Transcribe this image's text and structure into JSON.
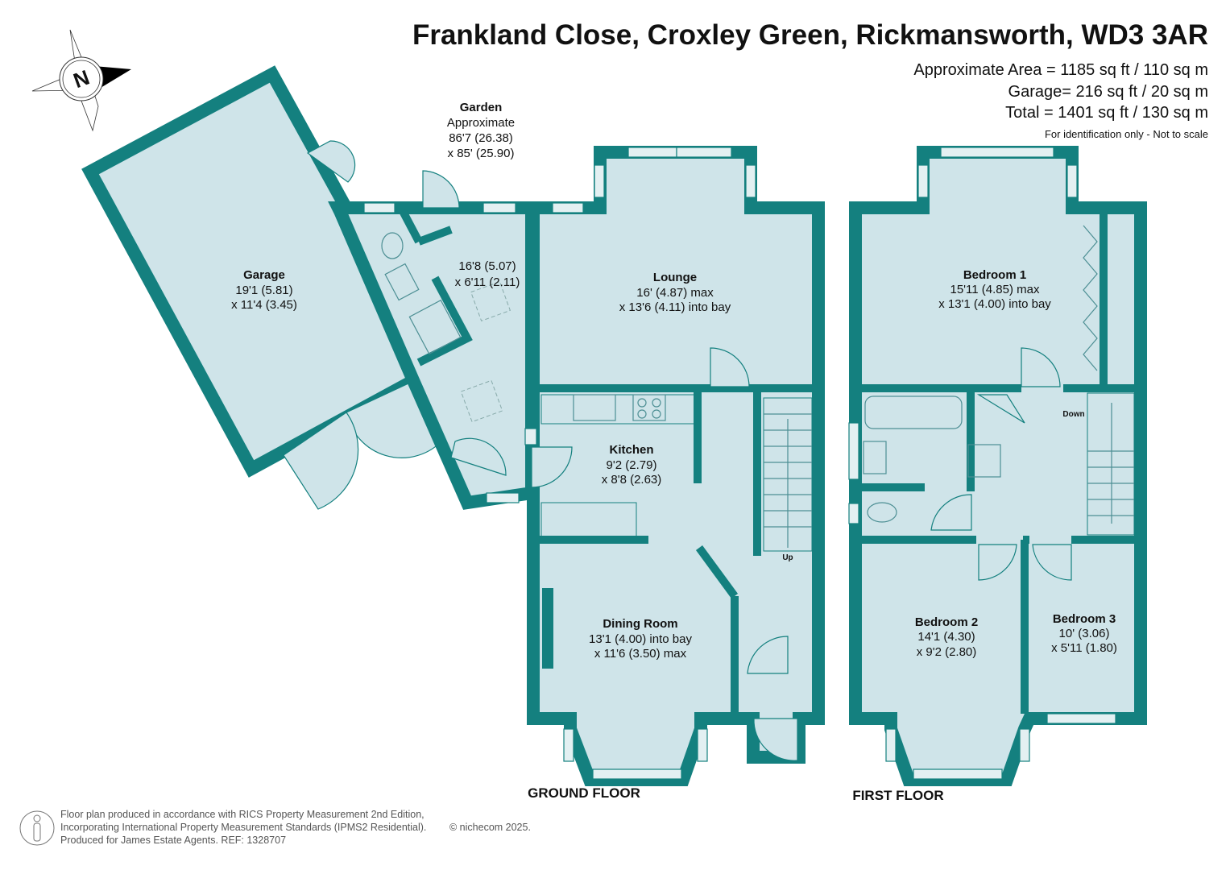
{
  "header": {
    "title": "Frankland Close, Croxley Green, Rickmansworth, WD3 3AR",
    "area": "Approximate Area = 1185 sq ft / 110 sq m",
    "garage": "Garage= 216 sq ft / 20 sq m",
    "total": "Total = 1401 sq ft / 130 sq m",
    "note": "For identification only - Not to scale"
  },
  "compass": {
    "label": "N"
  },
  "colors": {
    "wall": "#14807f",
    "floor": "#cfe4e9"
  },
  "ground_floor": {
    "label": "GROUND FLOOR",
    "garden": {
      "name": "Garden",
      "line1": "Approximate",
      "line2": "86'7 (26.38)",
      "line3": "x 85' (25.90)"
    },
    "garage": {
      "name": "Garage",
      "dim1": "19'1 (5.81)",
      "dim2": "x 11'4 (3.45)"
    },
    "utility": {
      "dim1": "16'8 (5.07)",
      "dim2": "x 6'11 (2.11)"
    },
    "lounge": {
      "name": "Lounge",
      "dim1": "16' (4.87) max",
      "dim2": "x 13'6 (4.11) into bay"
    },
    "kitchen": {
      "name": "Kitchen",
      "dim1": "9'2 (2.79)",
      "dim2": "x 8'8 (2.63)"
    },
    "dining": {
      "name": "Dining Room",
      "dim1": "13'1 (4.00) into bay",
      "dim2": "x 11'6 (3.50) max"
    },
    "stairs": "Up"
  },
  "first_floor": {
    "label": "FIRST FLOOR",
    "bedroom1": {
      "name": "Bedroom 1",
      "dim1": "15'11 (4.85) max",
      "dim2": "x 13'1 (4.00) into bay"
    },
    "bedroom2": {
      "name": "Bedroom 2",
      "dim1": "14'1 (4.30)",
      "dim2": "x 9'2 (2.80)"
    },
    "bedroom3": {
      "name": "Bedroom 3",
      "dim1": "10' (3.06)",
      "dim2": "x 5'11 (1.80)"
    },
    "stairs": "Down"
  },
  "footer": {
    "line1": "Floor plan produced in accordance with RICS Property Measurement 2nd Edition,",
    "line2": "Incorporating International Property Measurement Standards (IPMS2 Residential).",
    "copyright": "© nichecom 2025.",
    "line3": "Produced for James Estate Agents.   REF: 1328707"
  }
}
